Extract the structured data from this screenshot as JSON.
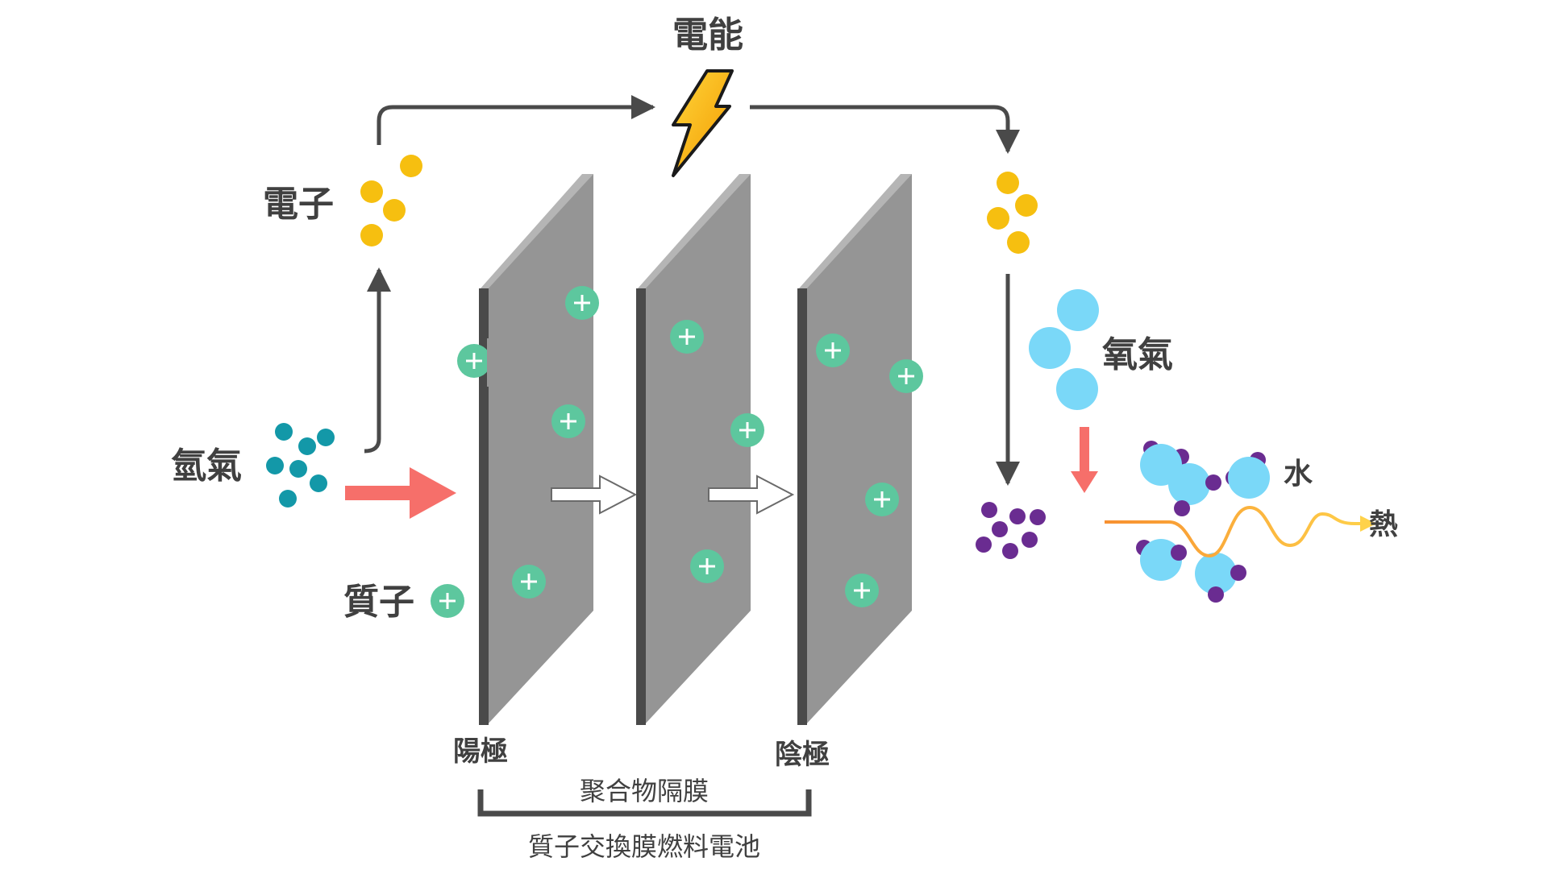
{
  "labels": {
    "electric_energy": "電能",
    "electron": "電子",
    "hydrogen": "氫氣",
    "proton": "質子",
    "oxygen": "氧氣",
    "water": "水",
    "heat": "熱",
    "anode": "陽極",
    "cathode": "陰極",
    "membrane": "聚合物隔膜",
    "cell_name": "質子交換膜燃料電池"
  },
  "colors": {
    "electron": "#F6BF10",
    "hydrogen": "#1398A8",
    "proton": "#5DC79E",
    "oxygen": "#7AD8F8",
    "purple": "#6A2C91",
    "plate_face": "#959595",
    "plate_top": "#B5B5B5",
    "plate_edge": "#4A4A4A",
    "flow_arrow": "#F66F6A",
    "wire": "#4A4A4A",
    "bolt": "#F6BF10",
    "heat_wave_start": "#F7A030",
    "heat_wave_end": "#FFD24A",
    "text": "#404040"
  },
  "icons": {
    "energy": "lightning-bolt-icon",
    "proton": "plus-circle-icon",
    "flow": "right-arrow-icon",
    "wire": "wire-arrow-icon"
  }
}
